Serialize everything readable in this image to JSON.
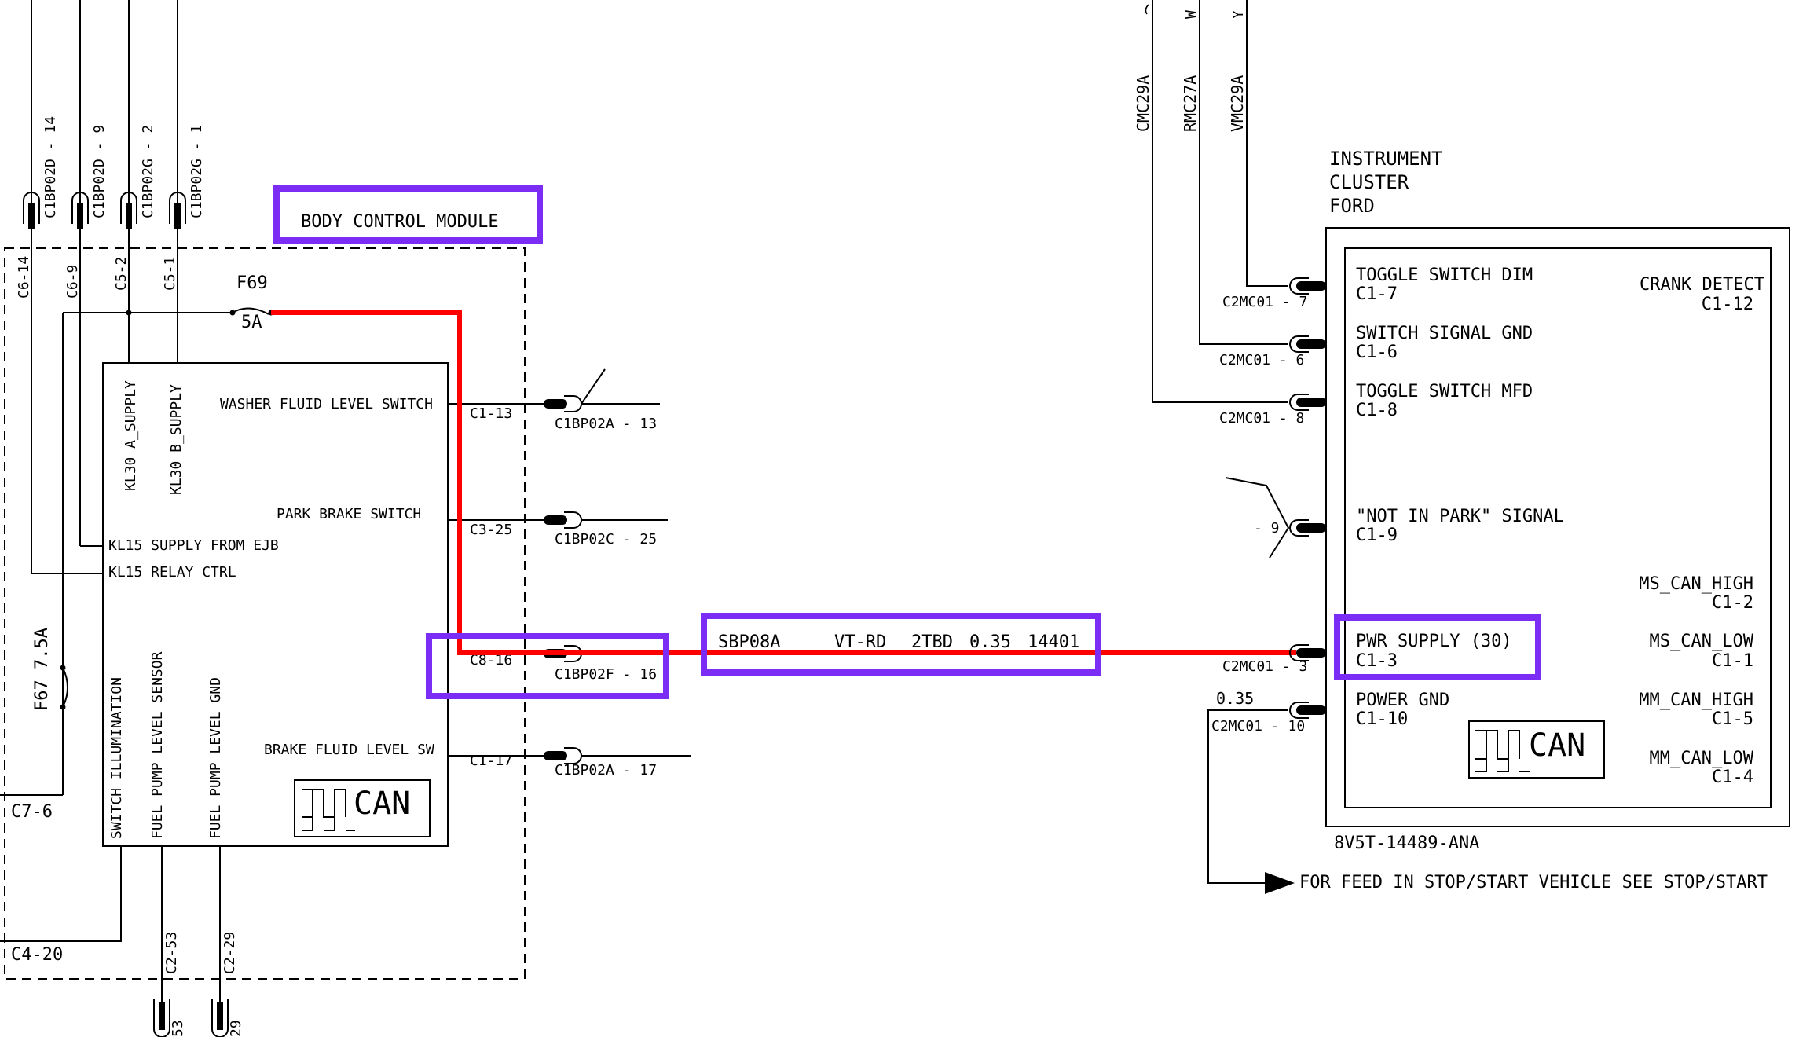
{
  "bcm": {
    "title": "BODY CONTROL MODULE",
    "top_connectors": [
      "C1BP02D - 14",
      "C1BP02D - 9",
      "C1BP02G - 2",
      "C1BP02G - 1"
    ],
    "top_pins": [
      "C6-14",
      "C6-9",
      "C5-2",
      "C5-1"
    ],
    "fuse_f69": "F69",
    "fuse_f69_rating": "5A",
    "fuse_f67": "F67 7.5A",
    "internal_labels": {
      "kl30a": "KL30 A_SUPPLY",
      "kl30b": "KL30 B_SUPPLY",
      "washer": "WASHER FLUID LEVEL SWITCH",
      "park": "PARK BRAKE SWITCH",
      "kl15_ejb": "KL15 SUPPLY FROM EJB",
      "kl15_relay": "KL15 RELAY CTRL",
      "brake": "BRAKE FLUID LEVEL SW",
      "switch_illum": "SWITCH ILLUMINATION",
      "fuel_sensor": "FUEL PUMP LEVEL SENSOR",
      "fuel_gnd": "FUEL PUMP LEVEL GND",
      "can": "CAN"
    },
    "right_pins": [
      "C1-13",
      "C3-25",
      "C8-16",
      "C1-17"
    ],
    "right_connectors": [
      "C1BP02A - 13",
      "C1BP02C - 25",
      "C1BP02F - 16",
      "C1BP02A - 17"
    ],
    "left_pins": [
      "C7-6",
      "C4-20"
    ],
    "bottom_pins": [
      "C2-53",
      "C2-29"
    ],
    "bottom_ends": [
      "53",
      "29"
    ]
  },
  "wire_label": {
    "circuit": "SBP08A",
    "color": "VT-RD",
    "code": "2TBD",
    "size": "0.35",
    "part": "14401"
  },
  "cluster": {
    "title": [
      "INSTRUMENT",
      "CLUSTER",
      "FORD"
    ],
    "top_wires": [
      "CMC29A",
      "RMC27A",
      "VMC29A"
    ],
    "top_wire_colors": [
      "W",
      "Y"
    ],
    "left_connectors": [
      "C2MC01 - 7",
      "C2MC01 - 6",
      "C2MC01 - 8",
      "- 9",
      "C2MC01 - 3",
      "C2MC01 - 10"
    ],
    "wire_size": "0.35",
    "pins_left": [
      {
        "name": "TOGGLE SWITCH DIM",
        "pin": "C1-7"
      },
      {
        "name": "SWITCH SIGNAL GND",
        "pin": "C1-6"
      },
      {
        "name": "TOGGLE SWITCH MFD",
        "pin": "C1-8"
      },
      {
        "name": "\"NOT IN PARK\" SIGNAL",
        "pin": "C1-9"
      },
      {
        "name": "PWR SUPPLY (30)",
        "pin": "C1-3"
      },
      {
        "name": "POWER GND",
        "pin": "C1-10"
      }
    ],
    "pins_right": [
      {
        "name": "CRANK DETECT",
        "pin": "C1-12"
      },
      {
        "name": "MS_CAN_HIGH",
        "pin": "C1-2"
      },
      {
        "name": "MS_CAN_LOW",
        "pin": "C1-1"
      },
      {
        "name": "MM_CAN_HIGH",
        "pin": "C1-5"
      },
      {
        "name": "MM_CAN_LOW",
        "pin": "C1-4"
      }
    ],
    "can": "CAN",
    "part_number": "8V5T-14489-ANA",
    "feed_note": "FOR FEED IN STOP/START VEHICLE SEE STOP/START"
  },
  "colors": {
    "highlighted_circuit": "#ff0000",
    "highlight_box": "#7b2cf5"
  }
}
